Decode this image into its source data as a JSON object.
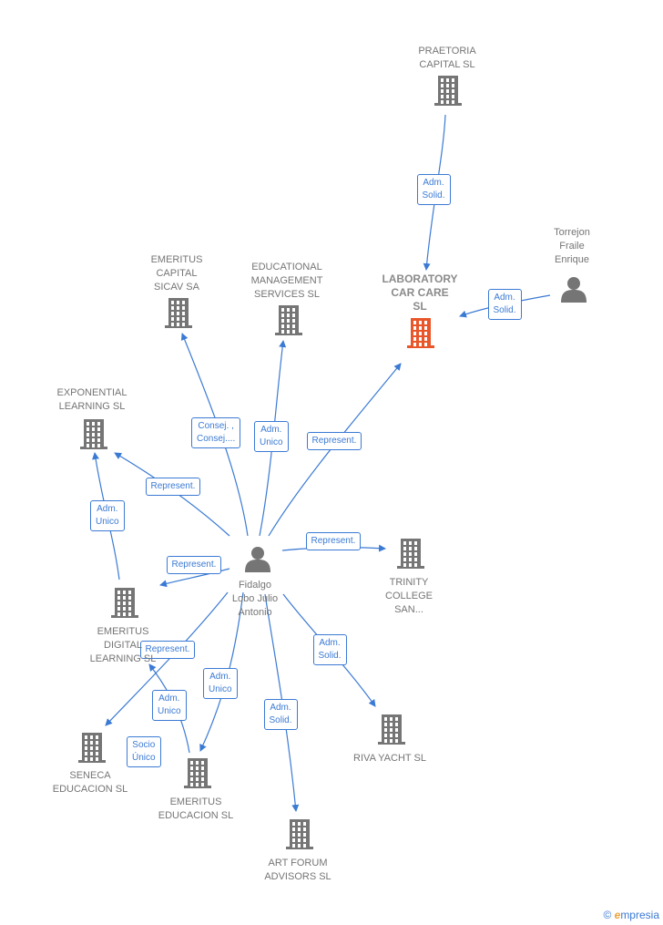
{
  "nodes": {
    "praetoria": {
      "label": "PRAETORIA\nCAPITAL  SL",
      "type": "company"
    },
    "laboratory": {
      "label": "LABORATORY\nCAR CARE\nSL",
      "type": "company-focus"
    },
    "torrejon": {
      "label": "Torrejon\nFraile\nEnrique",
      "type": "person"
    },
    "emeritus_capital": {
      "label": "EMERITUS\nCAPITAL\nSICAV SA",
      "type": "company"
    },
    "educational": {
      "label": "EDUCATIONAL\nMANAGEMENT\nSERVICES SL",
      "type": "company"
    },
    "exponential": {
      "label": "EXPONENTIAL\nLEARNING  SL",
      "type": "company"
    },
    "fidalgo": {
      "label": "Fidalgo\nLobo Julio\nAntonio",
      "type": "person"
    },
    "trinity": {
      "label": "TRINITY\nCOLLEGE\nSAN...",
      "type": "company"
    },
    "emeritus_digital": {
      "label": "EMERITUS\nDIGITAL\nLEARNING  SL",
      "type": "company"
    },
    "seneca": {
      "label": "SENECA\nEDUCACION SL",
      "type": "company"
    },
    "emeritus_educacion": {
      "label": "EMERITUS\nEDUCACION SL",
      "type": "company"
    },
    "riva": {
      "label": "RIVA YACHT SL",
      "type": "company"
    },
    "art_forum": {
      "label": "ART FORUM\nADVISORS  SL",
      "type": "company"
    }
  },
  "edges": [
    {
      "label": "Adm.\nSolid."
    },
    {
      "label": "Adm.\nSolid."
    },
    {
      "label": "Consej. ,\nConsej...."
    },
    {
      "label": "Adm.\nUnico"
    },
    {
      "label": "Represent."
    },
    {
      "label": "Represent."
    },
    {
      "label": "Adm.\nUnico"
    },
    {
      "label": "Represent."
    },
    {
      "label": "Represent."
    },
    {
      "label": "Represent."
    },
    {
      "label": "Adm.\nUnico"
    },
    {
      "label": "Adm.\nUnico"
    },
    {
      "label": "Adm.\nSolid."
    },
    {
      "label": "Adm.\nSolid."
    },
    {
      "label": "Socio\nÚnico"
    }
  ],
  "colors": {
    "company": "#757575",
    "focus": "#e8562a",
    "edge": "#3b7ad4",
    "person": "#757575"
  },
  "brand": {
    "symbol": "©",
    "initial": "e",
    "name": "mpresia"
  }
}
